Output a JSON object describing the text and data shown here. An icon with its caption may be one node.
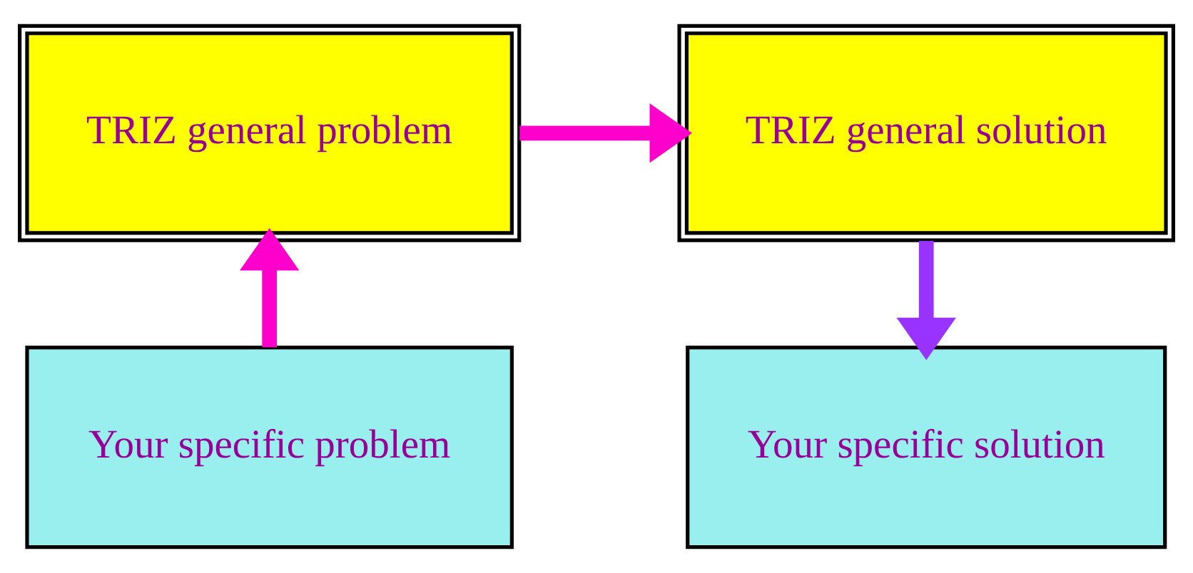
{
  "diagram": {
    "nodes": [
      {
        "text": [
          "TRIZ general problem"
        ]
      },
      {
        "text": [
          "TRIZ general solution"
        ]
      },
      {
        "text": [
          "Your specific problem"
        ]
      },
      {
        "text": [
          "Your specific solution"
        ]
      }
    ],
    "edges": [
      {
        "from": 2,
        "to": 0,
        "arrow": "to"
      },
      {
        "from": 0,
        "to": 1,
        "arrow": "to"
      },
      {
        "from": 1,
        "to": 3,
        "arrow": "to",
        "color": "#9933ff"
      }
    ]
  }
}
